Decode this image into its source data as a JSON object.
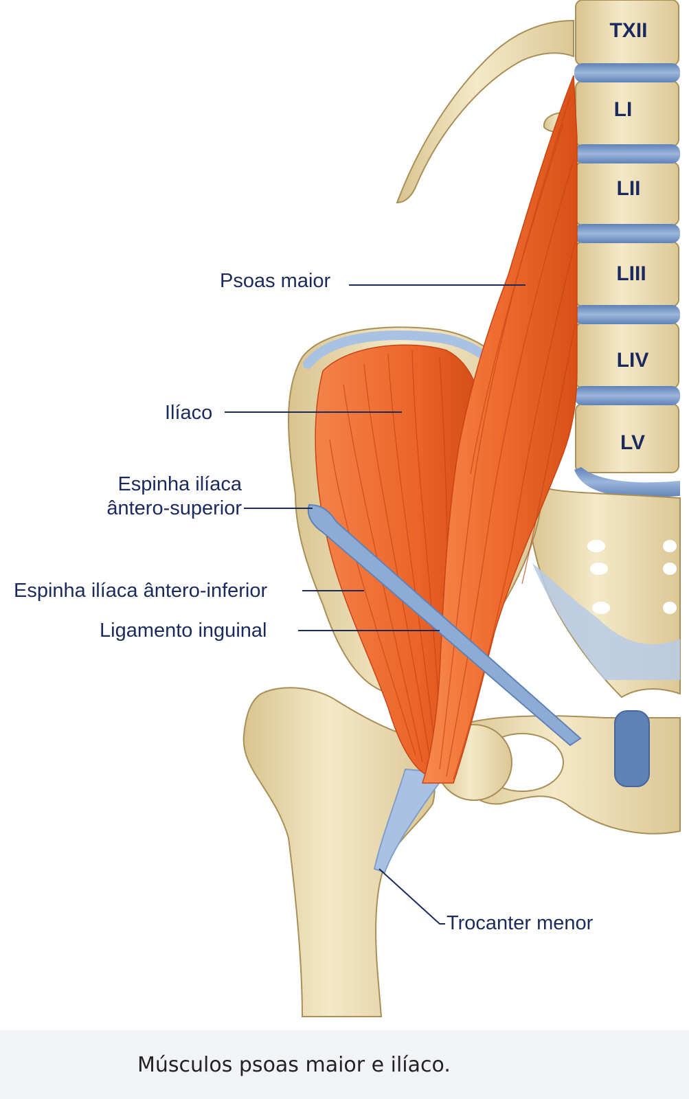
{
  "labels": {
    "psoas": "Psoas maior",
    "iliaco": "Ilíaco",
    "espinha_sup_1": "Espinha ilíaca",
    "espinha_sup_2": "ântero-superior",
    "espinha_inf": "Espinha ilíaca ântero-inferior",
    "ligamento": "Ligamento inguinal",
    "trocanter": "Trocanter menor"
  },
  "vertebrae": [
    "TXII",
    "LI",
    "LII",
    "LIII",
    "LIV",
    "LV"
  ],
  "caption": "Músculos psoas maior e ilíaco.",
  "colors": {
    "muscle": "#ee6a30",
    "muscle_dark": "#c94414",
    "bone": "#efe2bc",
    "bone_shadow": "#cdb682",
    "cartilage": "#7f9fcb",
    "ligament": "#a9c2e4",
    "label_text": "#1b2a5c"
  }
}
